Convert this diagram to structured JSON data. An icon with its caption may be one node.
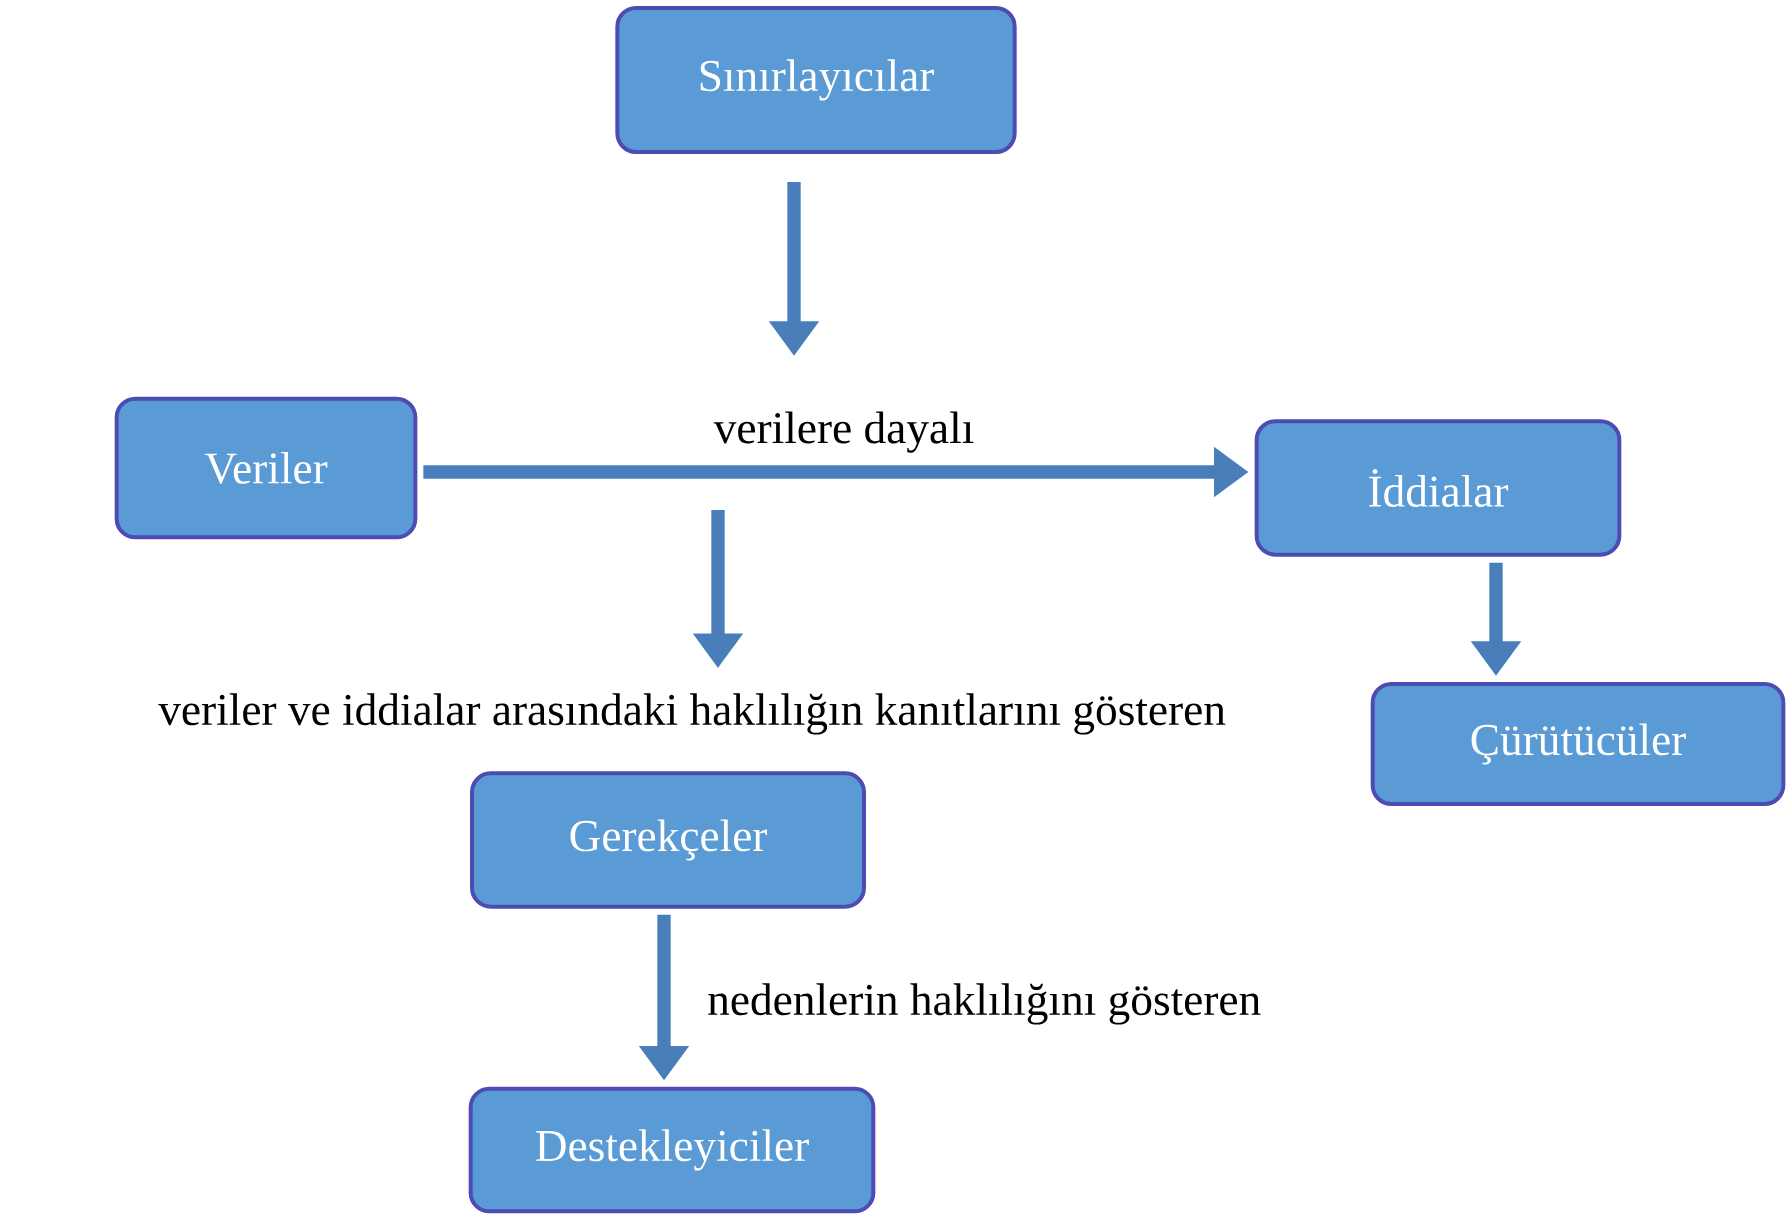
{
  "diagram": {
    "nodes": [
      {
        "text": [
          "Sınırlayıcılar"
        ]
      },
      {
        "text": [
          "Veriler"
        ]
      },
      {
        "text": [
          "İddialar"
        ]
      },
      {
        "text": [
          "Çürütücüler"
        ]
      },
      {
        "text": [
          "Gerekçeler"
        ]
      },
      {
        "text": [
          "Destekleyiciler"
        ]
      },
      {
        "text": [
          "veriler ve iddialar arasındaki haklılığın kanıtlarını gösteren"
        ]
      }
    ],
    "edges": [
      {
        "from": 0,
        "to": null,
        "arrow": "to"
      },
      {
        "from": 1,
        "to": 2,
        "arrow": "to",
        "label": "verilere dayalı"
      },
      {
        "from": null,
        "to": 6,
        "arrow": "to"
      },
      {
        "from": 2,
        "to": 3,
        "arrow": "to"
      },
      {
        "from": 4,
        "to": 5,
        "arrow": "to",
        "label": "nedenlerin haklılığını gösteren"
      }
    ]
  }
}
